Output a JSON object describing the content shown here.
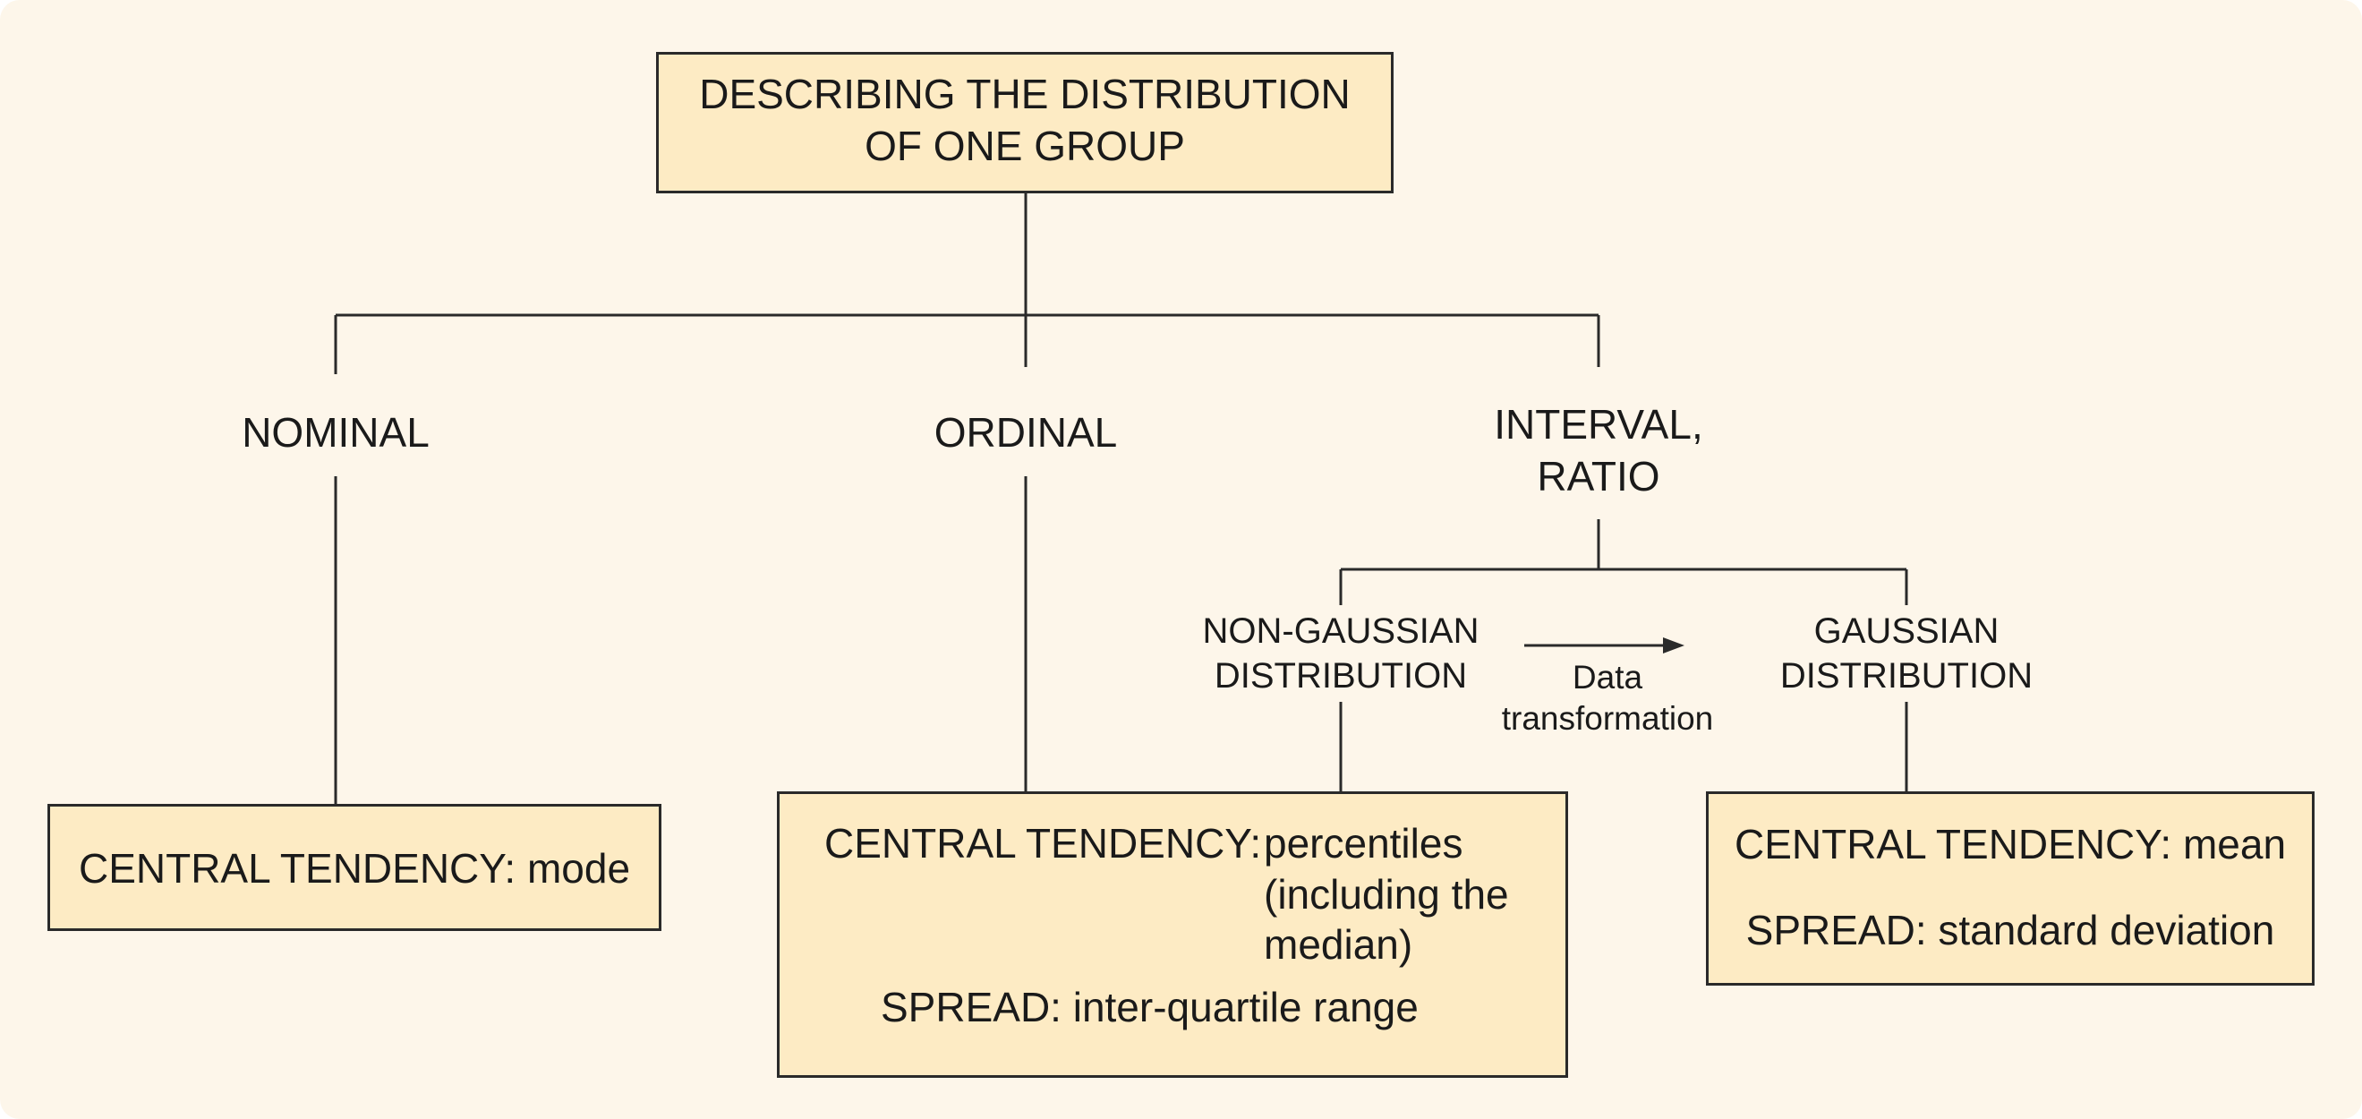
{
  "diagram": {
    "root": {
      "line1": "DESCRIBING THE DISTRIBUTION",
      "line2": "OF ONE GROUP"
    },
    "categories": {
      "nominal": "NOMINAL",
      "ordinal": "ORDINAL",
      "interval_line1": "INTERVAL,",
      "interval_line2": "RATIO"
    },
    "distributions": {
      "non_gaussian_line1": "NON-GAUSSIAN",
      "non_gaussian_line2": "DISTRIBUTION",
      "gaussian_line1": "GAUSSIAN",
      "gaussian_line2": "DISTRIBUTION"
    },
    "transformation": {
      "line1": "Data",
      "line2": "transformation"
    },
    "results": {
      "nominal": {
        "central_tendency": "CENTRAL TENDENCY: mode"
      },
      "ordinal": {
        "central_tendency_label": "CENTRAL TENDENCY:",
        "central_tendency_value_line1": "percentiles",
        "central_tendency_value_line2": "(including the",
        "central_tendency_value_line3": "median)",
        "spread": "SPREAD: inter-quartile range"
      },
      "gaussian": {
        "central_tendency": "CENTRAL TENDENCY: mean",
        "spread": "SPREAD: standard deviation"
      }
    },
    "colors": {
      "background": "#fdf6ea",
      "box_fill": "#fdebc4",
      "line": "#2a2a2a"
    }
  }
}
